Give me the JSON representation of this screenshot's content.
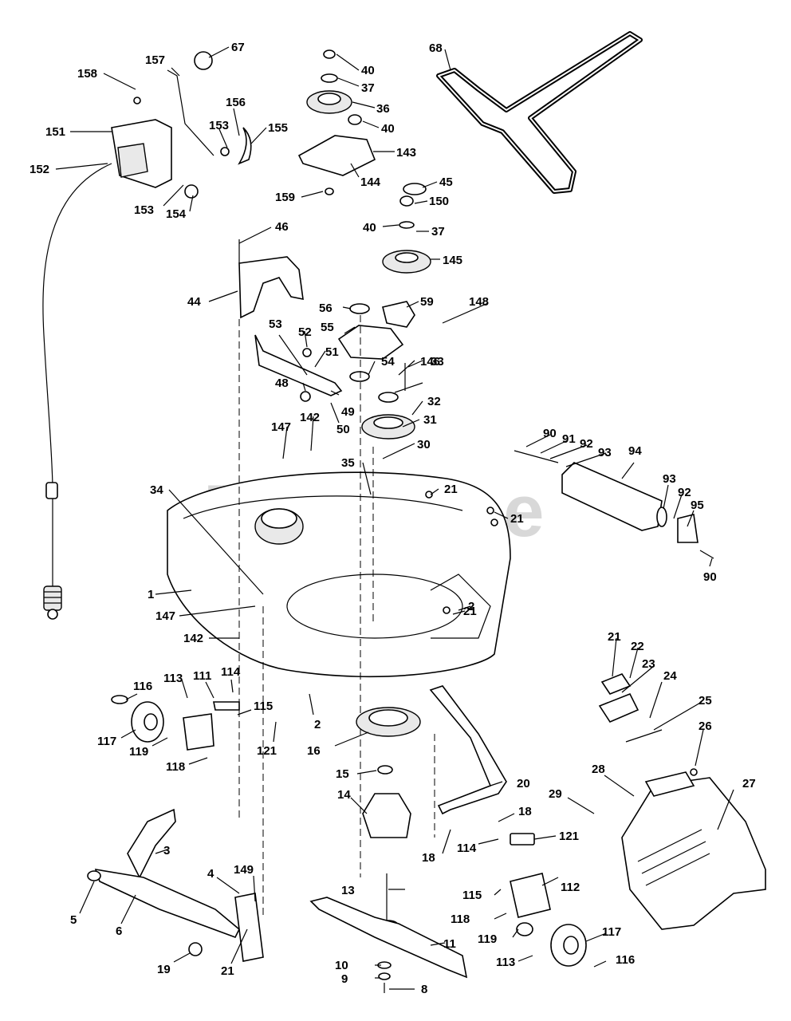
{
  "watermark": "PartsTree",
  "callouts": {
    "c1": "1",
    "c2a": "2",
    "c2b": "2",
    "c3": "3",
    "c4": "4",
    "c5": "5",
    "c6": "6",
    "c8": "8",
    "c9": "9",
    "c10": "10",
    "c11": "11",
    "c13": "13",
    "c14": "14",
    "c15": "15",
    "c16": "16",
    "c18a": "18",
    "c18b": "18",
    "c19": "19",
    "c20": "20",
    "c21a": "21",
    "c21b": "21",
    "c21c": "21",
    "c21d": "21",
    "c21e": "21",
    "c22": "22",
    "c23": "23",
    "c24": "24",
    "c25": "25",
    "c26": "26",
    "c27": "27",
    "c28": "28",
    "c29": "29",
    "c30": "30",
    "c31": "31",
    "c32": "32",
    "c33": "33",
    "c34": "34",
    "c35": "35",
    "c36": "36",
    "c37a": "37",
    "c37b": "37",
    "c40a": "40",
    "c40b": "40",
    "c40c": "40",
    "c44": "44",
    "c45": "45",
    "c46": "46",
    "c48": "48",
    "c49": "49",
    "c50": "50",
    "c51": "51",
    "c52": "52",
    "c53": "53",
    "c54": "54",
    "c55": "55",
    "c56": "56",
    "c59": "59",
    "c67": "67",
    "c68": "68",
    "c90a": "90",
    "c90b": "90",
    "c91": "91",
    "c92a": "92",
    "c92b": "92",
    "c93a": "93",
    "c93b": "93",
    "c94": "94",
    "c95": "95",
    "c111": "111",
    "c112": "112",
    "c113a": "113",
    "c113b": "113",
    "c114a": "114",
    "c114b": "114",
    "c115a": "115",
    "c115b": "115",
    "c116a": "116",
    "c116b": "116",
    "c117a": "117",
    "c117b": "117",
    "c118a": "118",
    "c118b": "118",
    "c119a": "119",
    "c119b": "119",
    "c121a": "121",
    "c121b": "121",
    "c142a": "142",
    "c142b": "142",
    "c143": "143",
    "c144": "144",
    "c145": "145",
    "c146": "146",
    "c147a": "147",
    "c147b": "147",
    "c148": "148",
    "c149": "149",
    "c150": "150",
    "c151": "151",
    "c152": "152",
    "c153a": "153",
    "c153b": "153",
    "c154": "154",
    "c155": "155",
    "c156": "156",
    "c157": "157",
    "c158": "158",
    "c159": "159"
  }
}
